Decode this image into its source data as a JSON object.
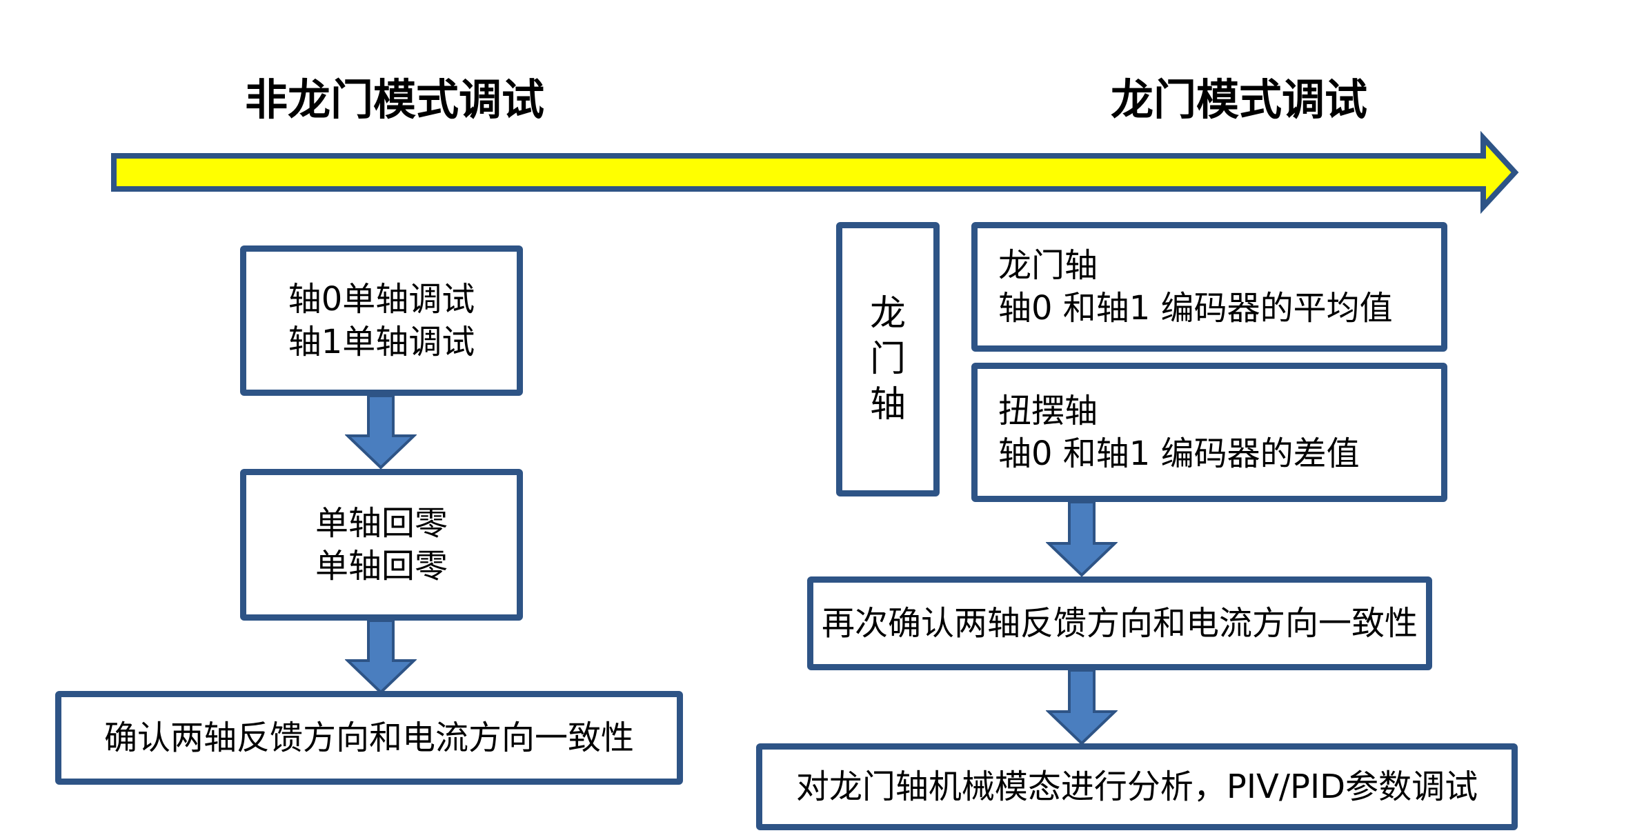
{
  "headings": {
    "non_gantry": "非龙门模式调试",
    "gantry": "龙门模式调试"
  },
  "colors": {
    "timeline_fill": "#ffff00",
    "timeline_stroke": "#2e5486",
    "box_border": "#2e5486",
    "flow_arrow": "#4a7ebf"
  },
  "left_flow": {
    "step1": [
      "轴0单轴调试",
      "轴1单轴调试"
    ],
    "step2": [
      "单轴回零",
      "单轴回零"
    ],
    "step3": "确认两轴反馈方向和电流方向一致性"
  },
  "right_flow": {
    "group_label": [
      "龙",
      "门",
      "轴"
    ],
    "gantry_axis": {
      "title": "龙门轴",
      "desc": "轴0 和轴1 编码器的平均值"
    },
    "yaw_axis": {
      "title": "扭摆轴",
      "desc": "轴0 和轴1 编码器的差值"
    },
    "step2": "再次确认两轴反馈方向和电流方向一致性",
    "step3": "对龙门轴机械模态进行分析，PIV/PID参数调试"
  }
}
